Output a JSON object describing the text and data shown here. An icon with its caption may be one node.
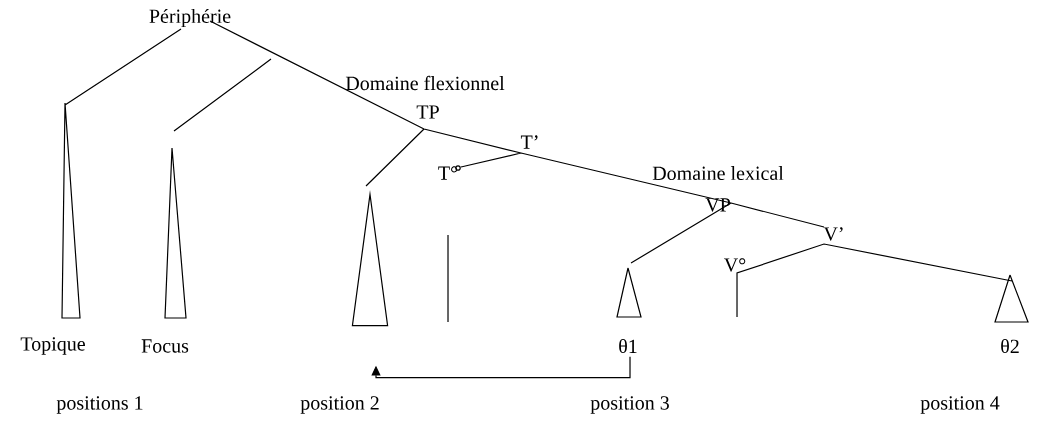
{
  "diagram": {
    "nodes": [
      {
        "text": [
          "θ1"
        ]
      },
      {
        "text": [],
        "shape": "triangle"
      }
    ],
    "edges": [
      {
        "from": 0,
        "to": 1,
        "arrow": "to"
      }
    ],
    "labels": [
      "Périphérie",
      "Domaine flexionnel",
      "TP",
      "T’",
      "T°",
      "Domaine lexical",
      "VP",
      "V’",
      "V°",
      "Topique",
      "Focus",
      "θ2",
      "positions 1",
      "position 2",
      "position 3",
      "position 4"
    ]
  }
}
